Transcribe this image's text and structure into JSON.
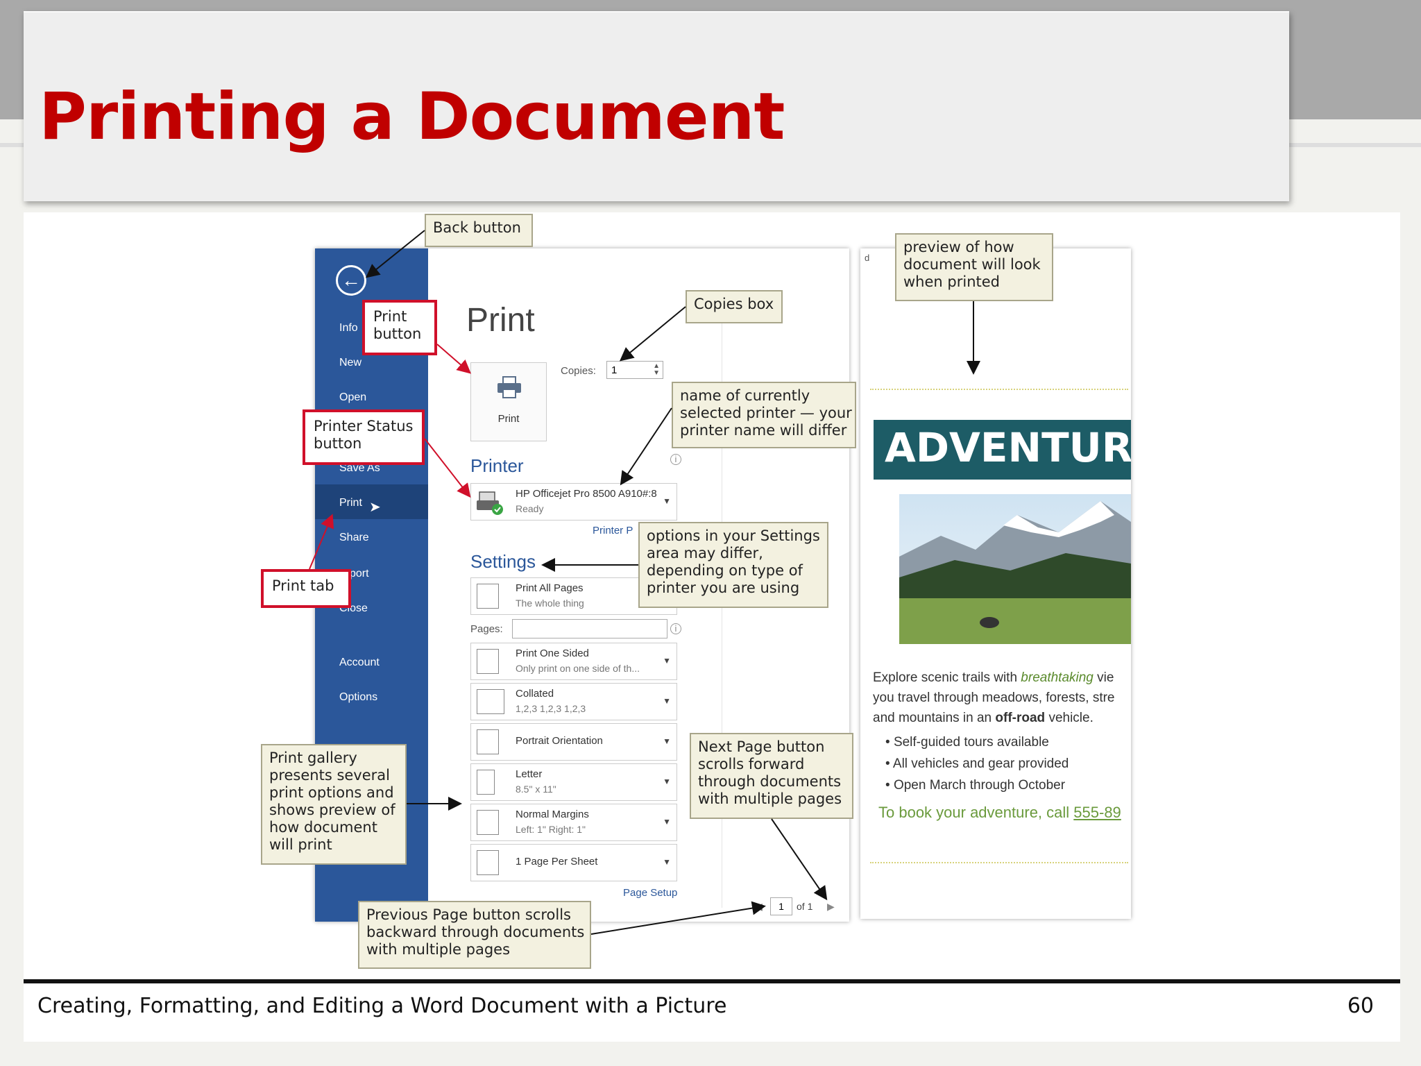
{
  "slide": {
    "title": "Printing a Document",
    "footer": "Creating, Formatting, and Editing a Word Document with a Picture",
    "page_number": "60"
  },
  "backstage": {
    "nav_items": [
      "Info",
      "New",
      "Open",
      "Save As",
      "Print",
      "Share",
      "port",
      "Close",
      "Account",
      "Options"
    ],
    "heading": "Print",
    "print_button_label": "Print",
    "copies_label": "Copies:",
    "copies_value": "1",
    "printer_heading": "Printer",
    "printer_name": "HP Officejet Pro 8500 A910#:8",
    "printer_status": "Ready",
    "printer_props_link": "Printer P",
    "settings_heading": "Settings",
    "settings": [
      {
        "line1": "Print All Pages",
        "line2": "The whole thing"
      },
      {
        "line1": "Print One Sided",
        "line2": "Only print on one side of th..."
      },
      {
        "line1": "Collated",
        "line2": "1,2,3   1,2,3   1,2,3"
      },
      {
        "line1": "Portrait Orientation",
        "line2": ""
      },
      {
        "line1": "Letter",
        "line2": "8.5\" x 11\""
      },
      {
        "line1": "Normal Margins",
        "line2": "Left: 1\"   Right: 1\""
      },
      {
        "line1": "1 Page Per Sheet",
        "line2": ""
      }
    ],
    "pages_label": "Pages:",
    "page_setup_link": "Page Setup",
    "page_nav": {
      "current": "1",
      "of": "of 1"
    }
  },
  "preview": {
    "corner_letter": "d",
    "banner": "ADVENTURE",
    "desc_line1_a": "Explore scenic trails with ",
    "desc_line1_em": "breathtaking",
    "desc_line1_b": " vie",
    "desc_line2": "you travel through meadows, forests, stre",
    "desc_line3_a": "and mountains in an ",
    "desc_line3_b": "off-road",
    "desc_line3_c": " vehicle.",
    "bullets": [
      "Self-guided tours available",
      "All vehicles and gear provided",
      "Open March through October"
    ],
    "cta_text": "To book your adventure, call ",
    "cta_phone": "555-89"
  },
  "callouts": {
    "back_button": "Back button",
    "print_button": [
      "Print",
      "button"
    ],
    "printer_status": [
      "Printer Status",
      "button"
    ],
    "print_tab": "Print tab",
    "copies_box": "Copies box",
    "printer_name": [
      "name of currently",
      "selected printer — your",
      "printer name will differ"
    ],
    "preview": [
      "preview of how",
      "document will look",
      "when printed"
    ],
    "settings": [
      "options in your Settings",
      "area may differ,",
      "depending on type of",
      "printer you are using"
    ],
    "gallery": [
      "Print gallery",
      "presents several",
      "print options and",
      "shows preview of",
      "how document",
      "will print"
    ],
    "next_page": [
      "Next Page button",
      "scrolls forward",
      "through documents",
      "with multiple pages"
    ],
    "prev_page": [
      "Previous Page button scrolls",
      "backward through documents",
      "with multiple pages"
    ]
  },
  "colors": {
    "title_red": "#c00000",
    "word_blue": "#2b579a",
    "banner_teal": "#1d5c66",
    "callout_red": "#d0102a"
  }
}
